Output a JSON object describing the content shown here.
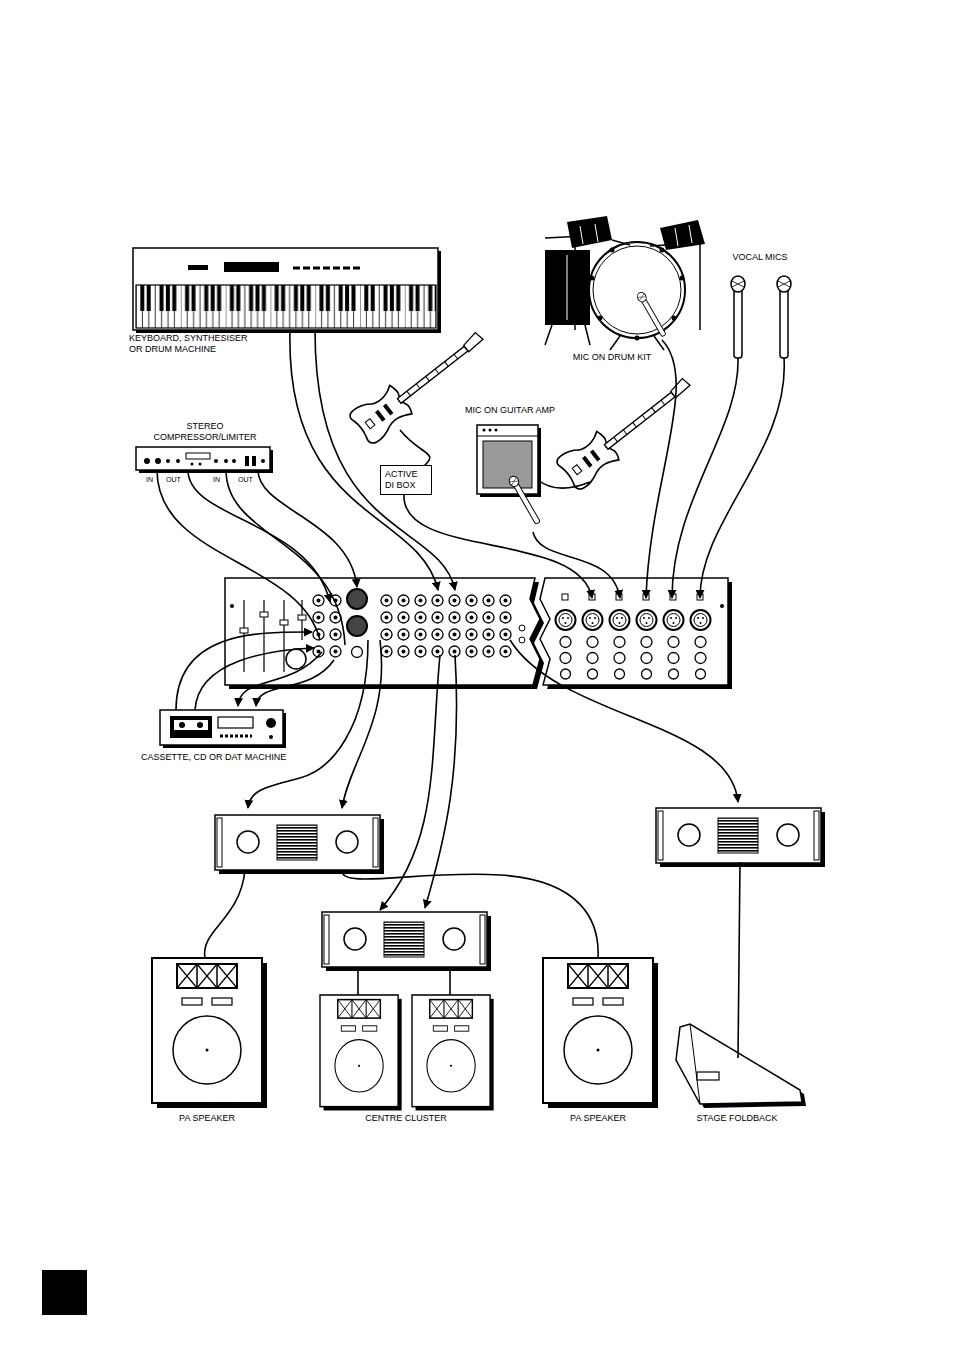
{
  "diagram": {
    "nodes": [
      {
        "text": [
          "KEYBOARD, SYNTHESISER OR DRUM MACHINE"
        ]
      },
      {
        "text": [
          "MIC ON DRUM KIT"
        ]
      },
      {
        "text": [
          "VOCAL MICS"
        ]
      },
      {
        "text": [
          "STEREO COMPRESSOR/LIMITER"
        ]
      },
      {
        "text": [
          "MIC ON GUITAR AMP"
        ]
      },
      {
        "text": [
          "ACTIVE DI BOX"
        ]
      },
      {
        "text": [
          "CASSETTE, CD OR DAT MACHINE"
        ]
      },
      {
        "text": [
          "PA SPEAKER"
        ]
      },
      {
        "text": [
          "CENTRE CLUSTER"
        ]
      },
      {
        "text": [
          "PA SPEAKER"
        ]
      },
      {
        "text": [
          "STAGE FOLDBACK"
        ]
      }
    ],
    "labels": [
      "IN",
      "OUT",
      "IN",
      "OUT"
    ]
  }
}
